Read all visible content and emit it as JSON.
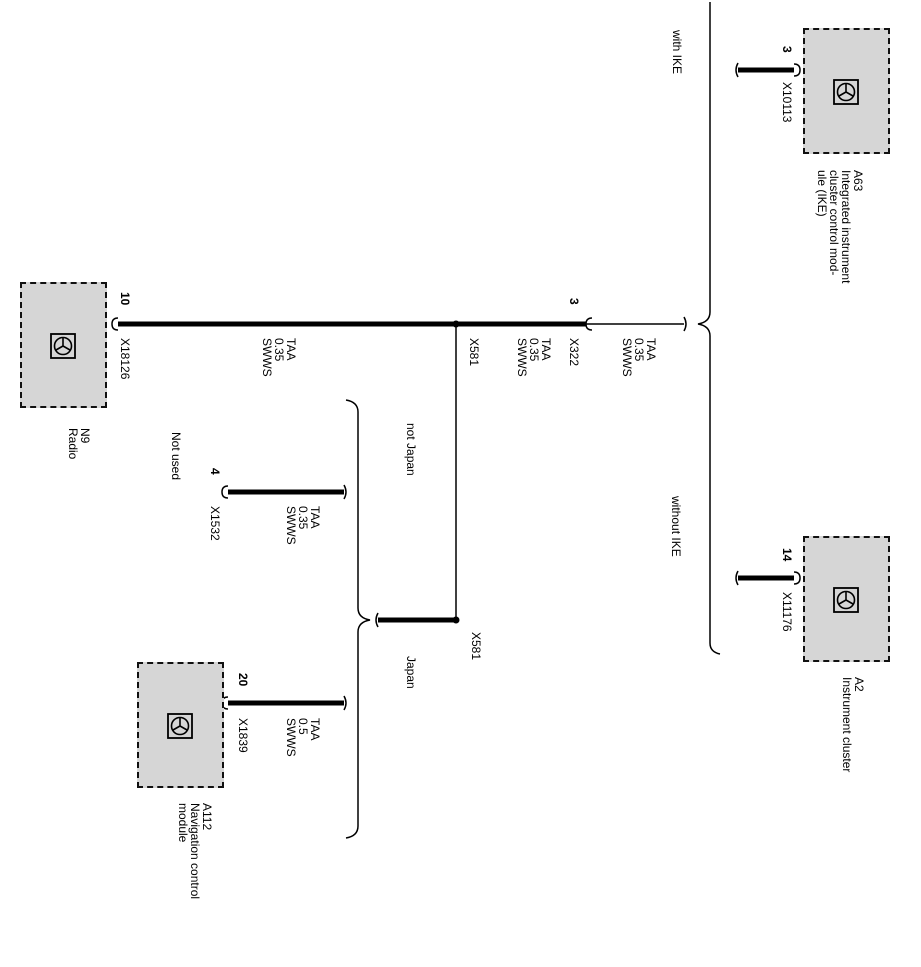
{
  "components": {
    "ike": {
      "id": "A63",
      "name_lines": [
        "Integrated instrument",
        "cluster control mod-",
        "ule (IKE)"
      ],
      "connector": "X10113",
      "pin": "3"
    },
    "cluster": {
      "id": "A2",
      "name": "Instrument cluster",
      "connector": "X11176",
      "pin": "14"
    },
    "radio": {
      "id": "N9",
      "name": "Radio",
      "connector": "X18126",
      "pin": "10"
    },
    "nav": {
      "id": "A112",
      "name_lines": [
        "Navigation control",
        "module"
      ],
      "connector": "X1839",
      "pin": "20"
    },
    "notused": {
      "name": "Not used",
      "connector": "X1532",
      "pin": "4"
    }
  },
  "conditions": {
    "with_ike": "with IKE",
    "without_ike": "without IKE",
    "not_japan": "not Japan",
    "japan": "Japan"
  },
  "connectors": {
    "x322": {
      "name": "X322",
      "pin": "3"
    },
    "x581_top": "X581",
    "x581_bottom": "X581"
  },
  "wires": {
    "top": [
      "TAA",
      "0.35",
      "SWWS"
    ],
    "mid": [
      "TAA",
      "0.35",
      "SWWS"
    ],
    "radio": [
      "TAA",
      "0.35",
      "SWWS"
    ],
    "notused": [
      "TAA",
      "0.35",
      "SWWS"
    ],
    "nav": [
      "TAA",
      "0.5",
      "SWWS"
    ]
  }
}
